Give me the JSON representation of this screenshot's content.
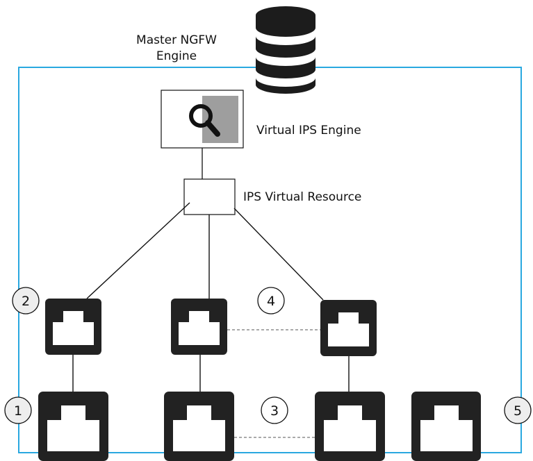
{
  "master_engine": {
    "label_lines": [
      "Master NGFW",
      "Engine"
    ]
  },
  "virtual_ips_engine": {
    "label": "Virtual IPS Engine"
  },
  "virtual_resource": {
    "label": "IPS Virtual Resource"
  },
  "callouts": [
    "1",
    "2",
    "3",
    "4",
    "5"
  ],
  "colors": {
    "container_border": "#29a8e0",
    "port_fill": "#222222",
    "icon_gray": "#9e9e9e",
    "line": "#111111",
    "callout_fill": "#eeeeee"
  }
}
